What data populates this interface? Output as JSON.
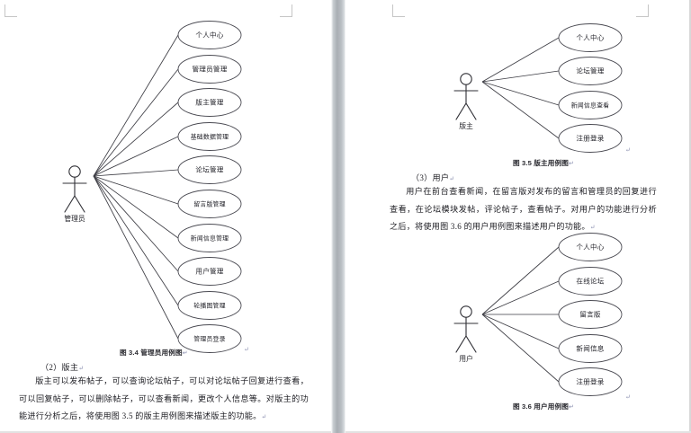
{
  "document": {
    "view": "two-page-spread",
    "background": "#ffffff",
    "gutter_color": "#a9aeb3",
    "ink_color": "#23232a"
  },
  "left_page": {
    "figure_admin": {
      "actor_label": "管理员",
      "use_cases": [
        "个人中心",
        "管理员管理",
        "版主管理",
        "基础数据管理",
        "论坛管理",
        "留言版管理",
        "新闻信息管理",
        "用户管理",
        "轮播图管理",
        "管理员登录"
      ],
      "caption": "图 3.4  管理员用例图",
      "caption_mark": "↵"
    },
    "section_heading": "（2）版主",
    "section_heading_mark": "↵",
    "paragraph": "版主可以发布帖子，可以查询论坛帖子，可以对论坛帖子回复进行查看，可以回复帖子，可以删除帖子，可以查看新闻，更改个人信息等。对版主的功能进行分析之后，将使用图 3.5 的版主用例图来描述版主的功能。",
    "paragraph_mark": "↵"
  },
  "right_page": {
    "figure_moderator": {
      "actor_label": "版主",
      "use_cases": [
        "个人中心",
        "论坛管理",
        "新闻信息查看",
        "注册登录"
      ],
      "caption": "图 3.5  版主用例图",
      "caption_mark": "↵"
    },
    "section_heading": "（3）用户",
    "section_heading_mark": "↵",
    "paragraph": "用户在前台查看新闻，在留言版对发布的留言和管理员的回复进行查看，在论坛模块发帖，评论帖子，查看帖子。对用户的功能进行分析之后，将使用图 3.6 的用户用例图来描述用户的功能。",
    "paragraph_mark": "↵",
    "figure_user": {
      "actor_label": "用户",
      "use_cases": [
        "个人中心",
        "在线论坛",
        "留言版",
        "新闻信息",
        "注册登录"
      ],
      "caption": "图 3.6  用户用例图",
      "caption_mark": "↵"
    }
  }
}
